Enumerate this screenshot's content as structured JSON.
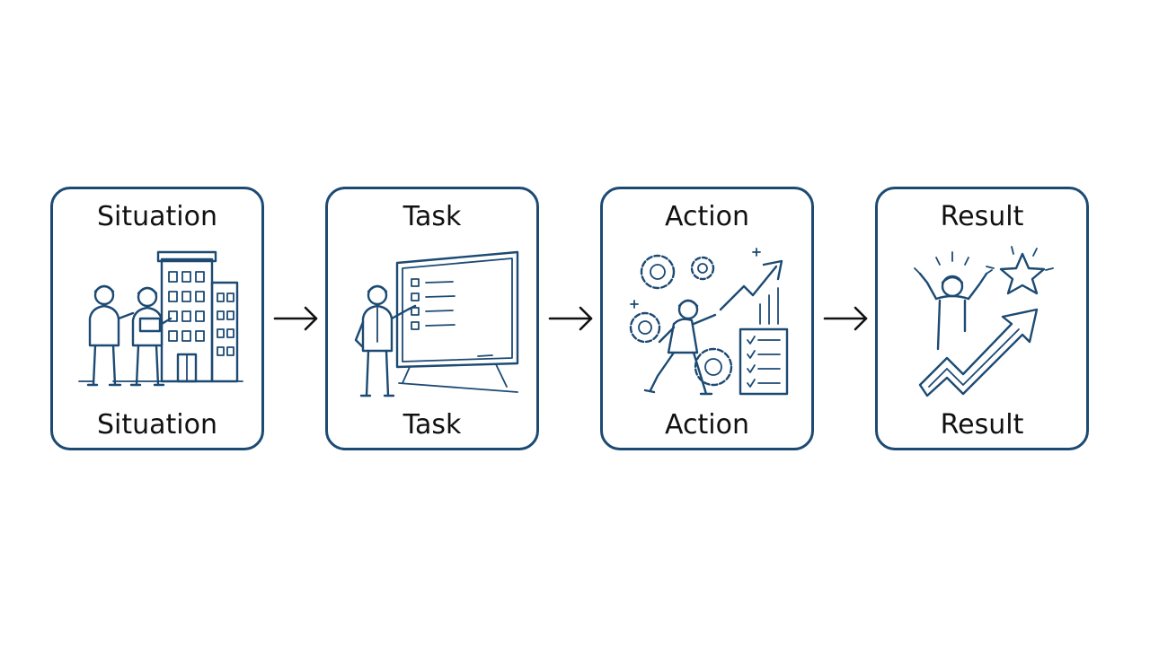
{
  "diagram": {
    "accent_color": "#1c4a73",
    "steps": [
      {
        "title": "Situation",
        "caption": "Situation",
        "icon": "people-building-icon"
      },
      {
        "title": "Task",
        "caption": "Task",
        "icon": "presenter-whiteboard-icon"
      },
      {
        "title": "Action",
        "caption": "Action",
        "icon": "gears-running-chart-icon"
      },
      {
        "title": "Result",
        "caption": "Result",
        "icon": "celebrating-star-growth-icon"
      }
    ]
  }
}
